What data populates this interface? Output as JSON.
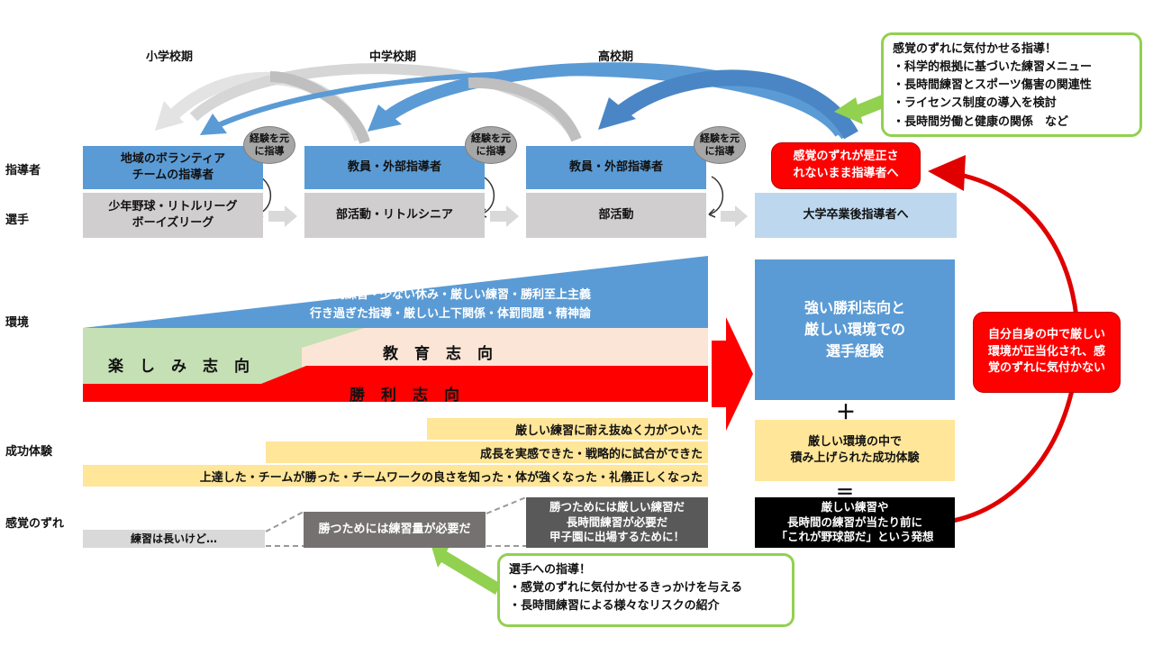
{
  "periods": {
    "elementary": "小学校期",
    "junior_high": "中学校期",
    "high": "高校期"
  },
  "row_labels": {
    "coach": "指導者",
    "player": "選手",
    "environment": "環境",
    "success": "成功体験",
    "gap": "感覚のずれ"
  },
  "coaches": {
    "elementary": "地域のボランティア\nチームの指導者",
    "junior_high": "教員・外部指導者",
    "high": "教員・外部指導者"
  },
  "experience_bubble": "経験を元\nに指導",
  "players": {
    "elementary": "少年野球・リトルリーグ\nボーイズリーグ",
    "junior_high": "部活動・リトルシニア",
    "high": "部活動",
    "after": "大学卒業後指導者へ"
  },
  "top_callout": {
    "title": "感覚のずれに気付かせる指導！",
    "items": [
      "・科学的根拠に基づいた練習メニュー",
      "・長時間練習とスポーツ傷害の関連性",
      "・ライセンス制度の導入を検討",
      "・長時間労働と健康の関係　など"
    ]
  },
  "red_coach_box": "感覚のずれが是正さ\nれないまま指導者へ",
  "environment": {
    "blue_text": "長時間練習・少ない休み・厳しい練習・勝利至上主義\n行き過ぎた指導・厳しい上下関係・体罰問題・精神論",
    "fun": "楽しみ志向",
    "education": "教育志向",
    "victory": "勝利志向"
  },
  "result_box": "強い勝利志向と\n厳しい環境での\n選手経験",
  "plus": "＋",
  "equals": "＝",
  "success_result": "厳しい環境の中で\n積み上げられた成功体験",
  "success_rows": [
    "厳しい練習に耐え抜ぬく力がついた",
    "成長を実感できた・戦略的に試合ができた",
    "上達した・チームが勝った・チームワークの良さを知った・体が強くなった・礼儀正しくなった"
  ],
  "gap": {
    "elementary": "練習は長いけど…",
    "junior_high": "勝つためには練習量が必要だ",
    "high": "勝つためには厳しい練習だ\n長時間練習が必要だ\n甲子園に出場するために！",
    "result": "厳しい練習や\n長時間の練習が当たり前に\n「これが野球部だ」という発想"
  },
  "right_red_callout": "自分自身の中で厳しい\n環境が正当化され、感\n覚のずれに気付かない",
  "bottom_callout": {
    "title": "選手への指導！",
    "items": [
      "・感覚のずれに気付かせるきっかけを与える",
      "・長時間練習による様々なリスクの紹介"
    ]
  },
  "colors": {
    "blue": "#5b9bd5",
    "gray": "#d0cece",
    "red": "#ff0000",
    "green_bg": "#c5e0b4",
    "peach": "#fbe5d6",
    "yellow": "#ffe699",
    "callout_border": "#92d050"
  }
}
